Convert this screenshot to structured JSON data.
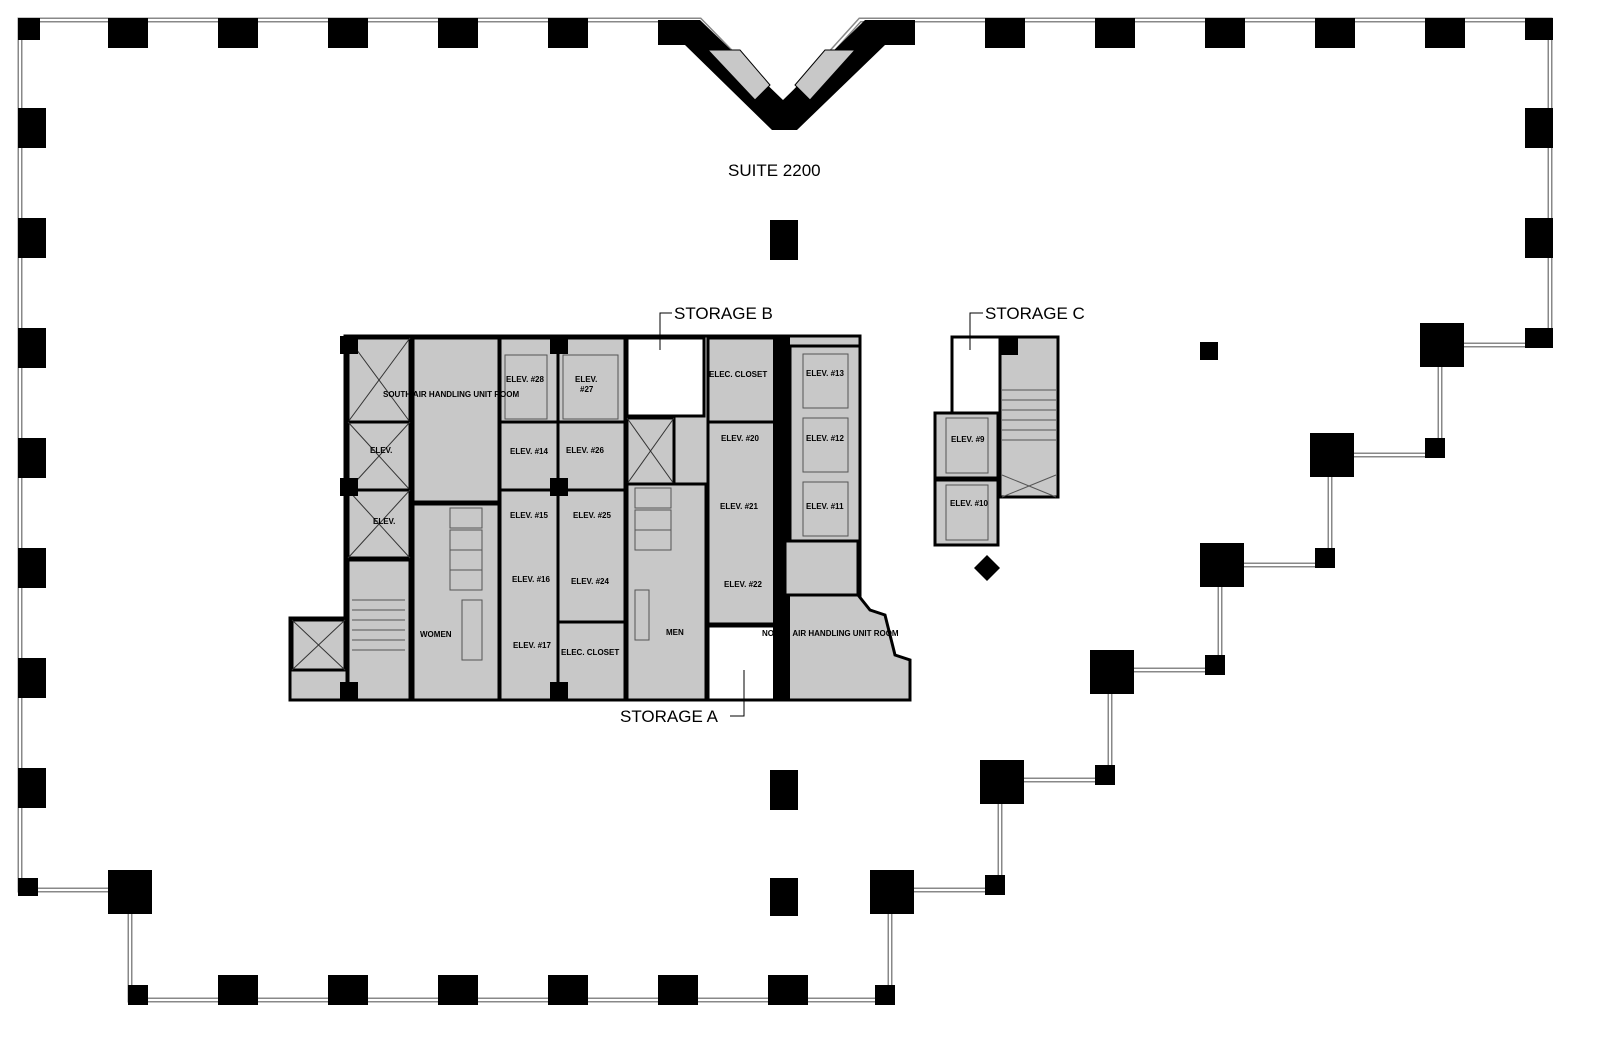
{
  "plan": {
    "suite_label": "SUITE 2200",
    "storage_a": "STORAGE A",
    "storage_b": "STORAGE B",
    "storage_c": "STORAGE C"
  },
  "rooms": {
    "south_ahu": "SOUTH AIR HANDLING UNIT ROOM",
    "north_ahu": "NORTH AIR HANDLING UNIT ROOM",
    "women": "WOMEN",
    "men": "MEN",
    "elec_closet_1": "ELEC. CLOSET",
    "elec_closet_2": "ELEC. CLOSET",
    "elev_a": "ELEV.",
    "elev_b": "ELEV.",
    "elev_28": "ELEV. #28",
    "elev_27a": "ELEV.",
    "elev_27b": "#27",
    "elev_14": "ELEV. #14",
    "elev_26": "ELEV. #26",
    "elev_15": "ELEV. #15",
    "elev_25": "ELEV. #25",
    "elev_16": "ELEV. #16",
    "elev_24": "ELEV. #24",
    "elev_17": "ELEV. #17",
    "elev_20": "ELEV. #20",
    "elev_21": "ELEV. #21",
    "elev_22": "ELEV. #22",
    "elev_13": "ELEV. #13",
    "elev_12": "ELEV. #12",
    "elev_11": "ELEV. #11",
    "elev_9": "ELEV. #9",
    "elev_10": "ELEV. #10"
  },
  "colors": {
    "core_fill": "#c8c8c8",
    "wall": "#000000"
  }
}
